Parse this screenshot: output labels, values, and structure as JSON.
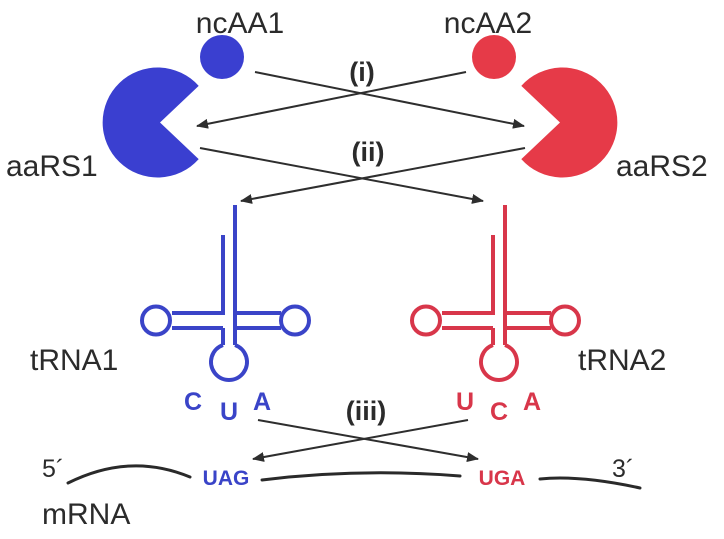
{
  "colors": {
    "blue": "#3a3fd0",
    "red": "#e63a48",
    "trna_blue": "#3a44c8",
    "trna_red": "#d8364a",
    "arrow": "#2e2e2e",
    "text": "#2b2b2b"
  },
  "labels": {
    "ncaa1": "ncAA1",
    "ncaa2": "ncAA2",
    "aars1": "aaRS1",
    "aars2": "aaRS2",
    "trna1": "tRNA1",
    "trna2": "tRNA2",
    "mrna": "mRNA",
    "five_prime": "5´",
    "three_prime": "3´"
  },
  "steps": {
    "i": "(i)",
    "ii": "(ii)",
    "iii": "(iii)"
  },
  "anticodon1": {
    "left": "C",
    "middle": "U",
    "right": "A"
  },
  "anticodon2": {
    "left": "U",
    "middle": "C",
    "right": "A"
  },
  "codons": {
    "first": "UAG",
    "second": "UGA"
  }
}
